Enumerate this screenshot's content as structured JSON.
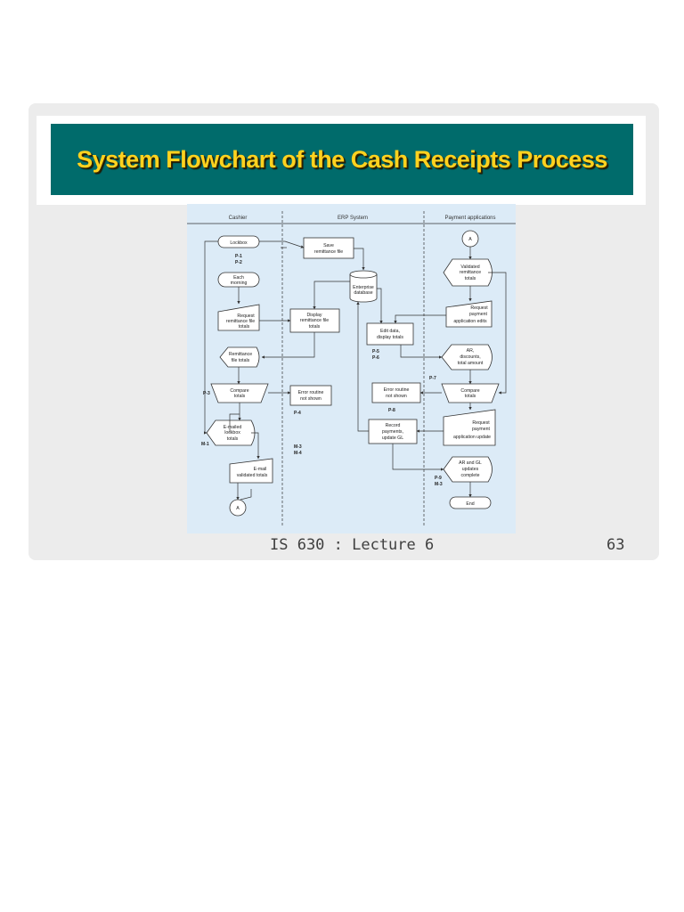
{
  "slide": {
    "title": "System Flowchart of the Cash Receipts Process",
    "footer_course": "IS 630 : Lecture 6",
    "footer_page": "63"
  },
  "colors": {
    "title_bar": "#006b6b",
    "title_text": "#ffd21f",
    "diagram_bg": "#dcebf7",
    "slide_bg": "#ececec"
  },
  "lanes": [
    "Cashier",
    "ERP System",
    "Payment applications"
  ],
  "nodes": {
    "lockbox": "Lockbox",
    "each_morning_1": "Each",
    "each_morning_2": "morning",
    "req_remit_1": "Request",
    "req_remit_2": "remittance file",
    "req_remit_3": "totals",
    "remit_totals_1": "Remittance",
    "remit_totals_2": "file totals",
    "compare_left_1": "Compare",
    "compare_left_2": "totals",
    "emailed_1": "E-mailed",
    "emailed_2": "lockbox",
    "emailed_3": "totals",
    "email_valid_1": "E-mail",
    "email_valid_2": "validated totals",
    "conn_a_left": "A",
    "save_remit_1": "Save",
    "save_remit_2": "remittance file",
    "enterprise_1": "Enterprise",
    "enterprise_2": "database",
    "display_remit_1": "Display",
    "display_remit_2": "remittance file",
    "display_remit_3": "totals",
    "error_left_1": "Error routine",
    "error_left_2": "not shown",
    "edit_data_1": "Edit data,",
    "edit_data_2": "display totals",
    "error_right_1": "Error routine",
    "error_right_2": "not shown",
    "record_1": "Record",
    "record_2": "payments,",
    "record_3": "update GL",
    "conn_a_right": "A",
    "validated_1": "Validated",
    "validated_2": "remittance",
    "validated_3": "totals",
    "req_pay_edit_1": "Request",
    "req_pay_edit_2": "payment",
    "req_pay_edit_3": "application edits",
    "ar_disc_1": "AR,",
    "ar_disc_2": "discounts,",
    "ar_disc_3": "total amount",
    "compare_right_1": "Compare",
    "compare_right_2": "totals",
    "req_pay_update_1": "Request",
    "req_pay_update_2": "payment",
    "req_pay_update_3": "application update",
    "ar_gl_1": "AR and GL",
    "ar_gl_2": "updates",
    "ar_gl_3": "complete",
    "end": "End"
  },
  "tags": {
    "p1": "P-1",
    "p2": "P-2",
    "p3": "P-3",
    "m1": "M-1",
    "p4": "P-4",
    "m3a": "M-3",
    "m4": "M-4",
    "p5": "P-5",
    "p6": "P-6",
    "p7": "P-7",
    "p8": "P-8",
    "p9": "P-9",
    "m3b": "M-3"
  }
}
